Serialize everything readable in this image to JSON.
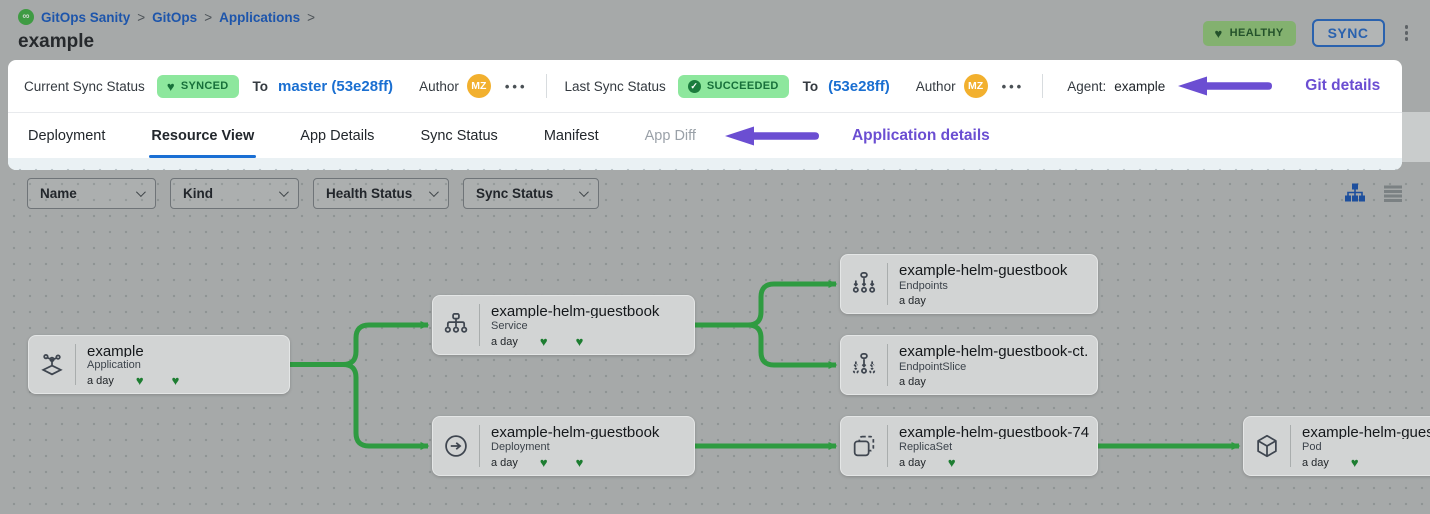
{
  "header": {
    "logo_glyph": "∞",
    "breadcrumb": [
      "GitOps Sanity",
      "GitOps",
      "Applications"
    ],
    "breadcrumb_trailing_sep": ">",
    "title": "example",
    "health_badge": "HEALTHY",
    "sync_button": "SYNC"
  },
  "status_bar": {
    "current": {
      "label": "Current Sync Status",
      "badge": "SYNCED",
      "to_label": "To",
      "revision": "master (53e28ff)",
      "author_label": "Author",
      "avatar": "MZ",
      "more": "•••"
    },
    "last": {
      "label": "Last Sync Status",
      "badge": "SUCCEEDED",
      "to_label": "To",
      "revision": "(53e28ff)",
      "author_label": "Author",
      "avatar": "MZ",
      "more": "•••"
    },
    "agent_label": "Agent:",
    "agent_value": "example",
    "annotation": "Git details"
  },
  "tabs": {
    "items": [
      {
        "label": "Deployment",
        "state": "normal"
      },
      {
        "label": "Resource View",
        "state": "active"
      },
      {
        "label": "App Details",
        "state": "normal"
      },
      {
        "label": "Sync Status",
        "state": "normal"
      },
      {
        "label": "Manifest",
        "state": "normal"
      },
      {
        "label": "App Diff",
        "state": "disabled"
      }
    ],
    "annotation": "Application details"
  },
  "filters": [
    "Name",
    "Kind",
    "Health Status",
    "Sync Status"
  ],
  "view_toggles": [
    {
      "name": "tree-view-icon",
      "active": true
    },
    {
      "name": "list-view-icon",
      "active": false
    }
  ],
  "graph": {
    "nodes": [
      {
        "id": "app",
        "title": "example",
        "kind": "Application",
        "age": "a day",
        "hearts": 2,
        "icon": "application-icon"
      },
      {
        "id": "svc",
        "title": "example-helm-guestbook",
        "kind": "Service",
        "age": "a day",
        "hearts": 2,
        "icon": "service-icon"
      },
      {
        "id": "deploy",
        "title": "example-helm-guestbook",
        "kind": "Deployment",
        "age": "a day",
        "hearts": 2,
        "icon": "deployment-icon"
      },
      {
        "id": "ep",
        "title": "example-helm-guestbook",
        "kind": "Endpoints",
        "age": "a day",
        "hearts": 0,
        "icon": "endpoints-icon"
      },
      {
        "id": "eps",
        "title": "example-helm-guestbook-ct...",
        "kind": "EndpointSlice",
        "age": "a day",
        "hearts": 0,
        "icon": "endpointslice-icon"
      },
      {
        "id": "rs",
        "title": "example-helm-guestbook-74...",
        "kind": "ReplicaSet",
        "age": "a day",
        "hearts": 1,
        "icon": "replicaset-icon"
      },
      {
        "id": "pod",
        "title": "example-helm-guest",
        "kind": "Pod",
        "age": "a day",
        "hearts": 1,
        "icon": "pod-icon"
      }
    ],
    "edges": [
      [
        "app",
        "svc"
      ],
      [
        "app",
        "deploy"
      ],
      [
        "svc",
        "ep"
      ],
      [
        "svc",
        "eps"
      ],
      [
        "deploy",
        "rs"
      ],
      [
        "rs",
        "pod"
      ]
    ]
  },
  "colors": {
    "accent_blue": "#1a6fd4",
    "link_blue": "#1d55ab",
    "badge_green_bg": "#8de79d",
    "badge_green_text": "#17703a",
    "healthy_dim_bg": "#83b16f",
    "edge_green": "#2f9b41",
    "heart_green": "#1d7d31",
    "annotation_purple": "#6b4ed2",
    "avatar_yellow": "#f2b02e"
  }
}
